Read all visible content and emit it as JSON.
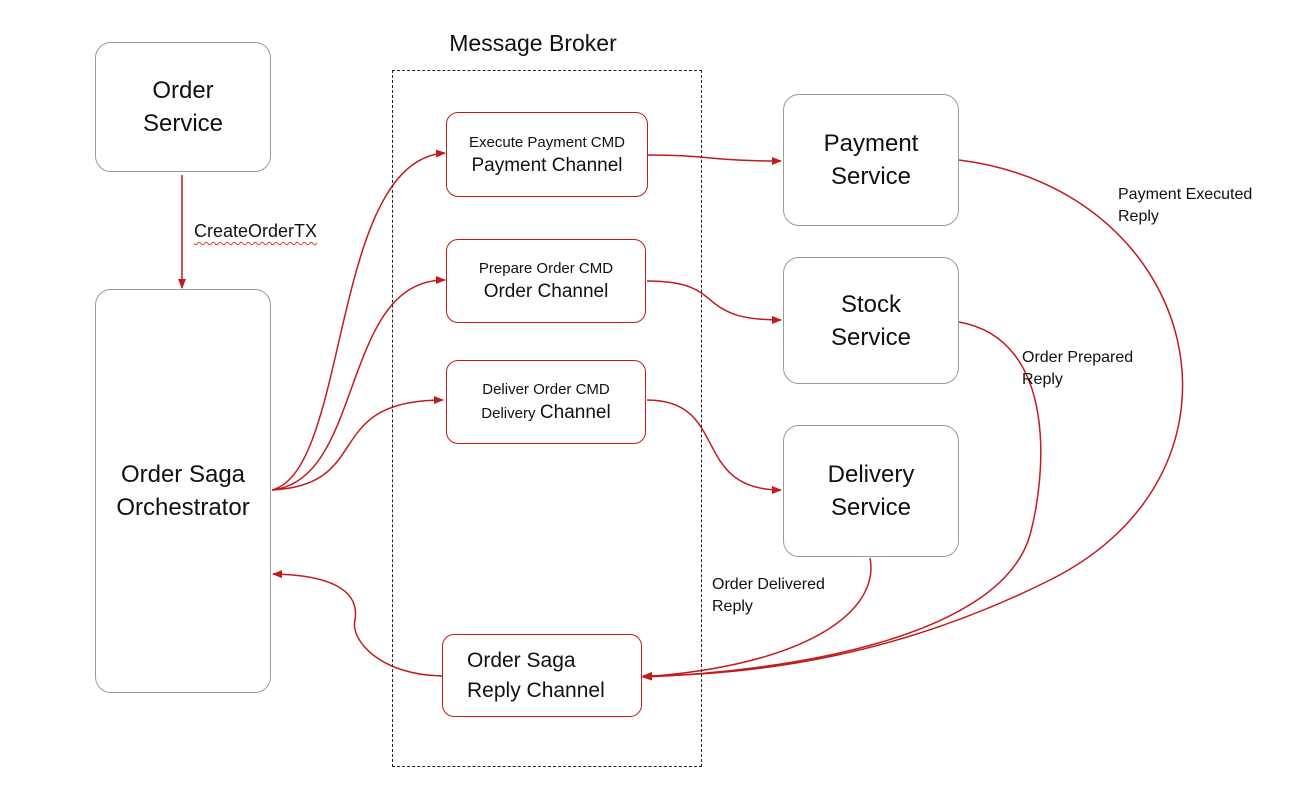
{
  "broker": {
    "title": "Message Broker"
  },
  "services": {
    "order": {
      "line1": "Order",
      "line2": "Service"
    },
    "orchestrator": {
      "line1": "Order Saga",
      "line2": "Orchestrator"
    },
    "payment": {
      "line1": "Payment",
      "line2": "Service"
    },
    "stock": {
      "line1": "Stock",
      "line2": "Service"
    },
    "delivery": {
      "line1": "Delivery",
      "line2": "Service"
    }
  },
  "channels": {
    "payment": {
      "cmd": "Execute Payment CMD",
      "name": "Payment Channel"
    },
    "order": {
      "cmd": "Prepare Order CMD",
      "name": "Order Channel"
    },
    "delivery": {
      "cmd": "Deliver Order CMD",
      "name_prefix": "Delivery",
      "name_suffix": "Channel"
    },
    "reply": {
      "line1": "Order Saga",
      "line2": "Reply Channel"
    }
  },
  "edge_labels": {
    "create_order": "CreateOrderTX",
    "payment_reply": {
      "line1": "Payment Executed",
      "line2": "Reply"
    },
    "stock_reply": {
      "line1": "Order Prepared",
      "line2": "Reply"
    },
    "delivery_reply": {
      "line1": "Order Delivered",
      "line2": "Reply"
    }
  },
  "colors": {
    "arrow": "#c21b1b",
    "service_border": "#9a9a9a",
    "broker_border": "#222222"
  }
}
